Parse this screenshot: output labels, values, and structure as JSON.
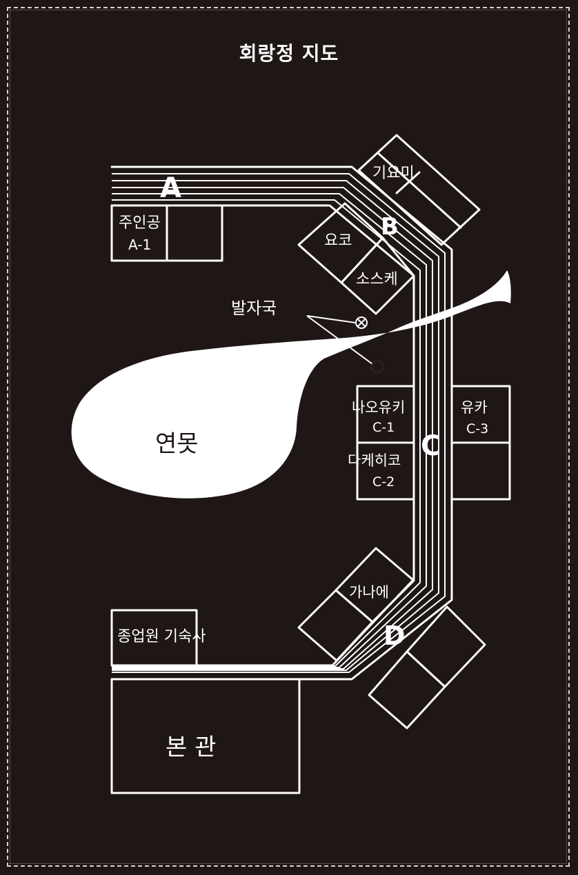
{
  "title": "회랑정 지도",
  "marker_labels": {
    "a": "A",
    "b": "B",
    "c": "C",
    "d": "D"
  },
  "rooms": {
    "protagonist": {
      "name": "주인공",
      "code": "A-1"
    },
    "giyomi": "기요미",
    "yoko": "요코",
    "sosuke": "소스케",
    "naoyuki": {
      "name": "나오유키",
      "code": "C-1"
    },
    "takehiko": {
      "name": "다케히코",
      "code": "C-2"
    },
    "yuka": {
      "name": "유카",
      "code": "C-3"
    },
    "kanae": "가나에",
    "staff_dormitory": "종업원 기숙사",
    "main_building": "본 관"
  },
  "footprints_label": "발자국",
  "pond_label": "연못",
  "colors": {
    "background": "#1f1716",
    "lines": "#ffffff"
  }
}
